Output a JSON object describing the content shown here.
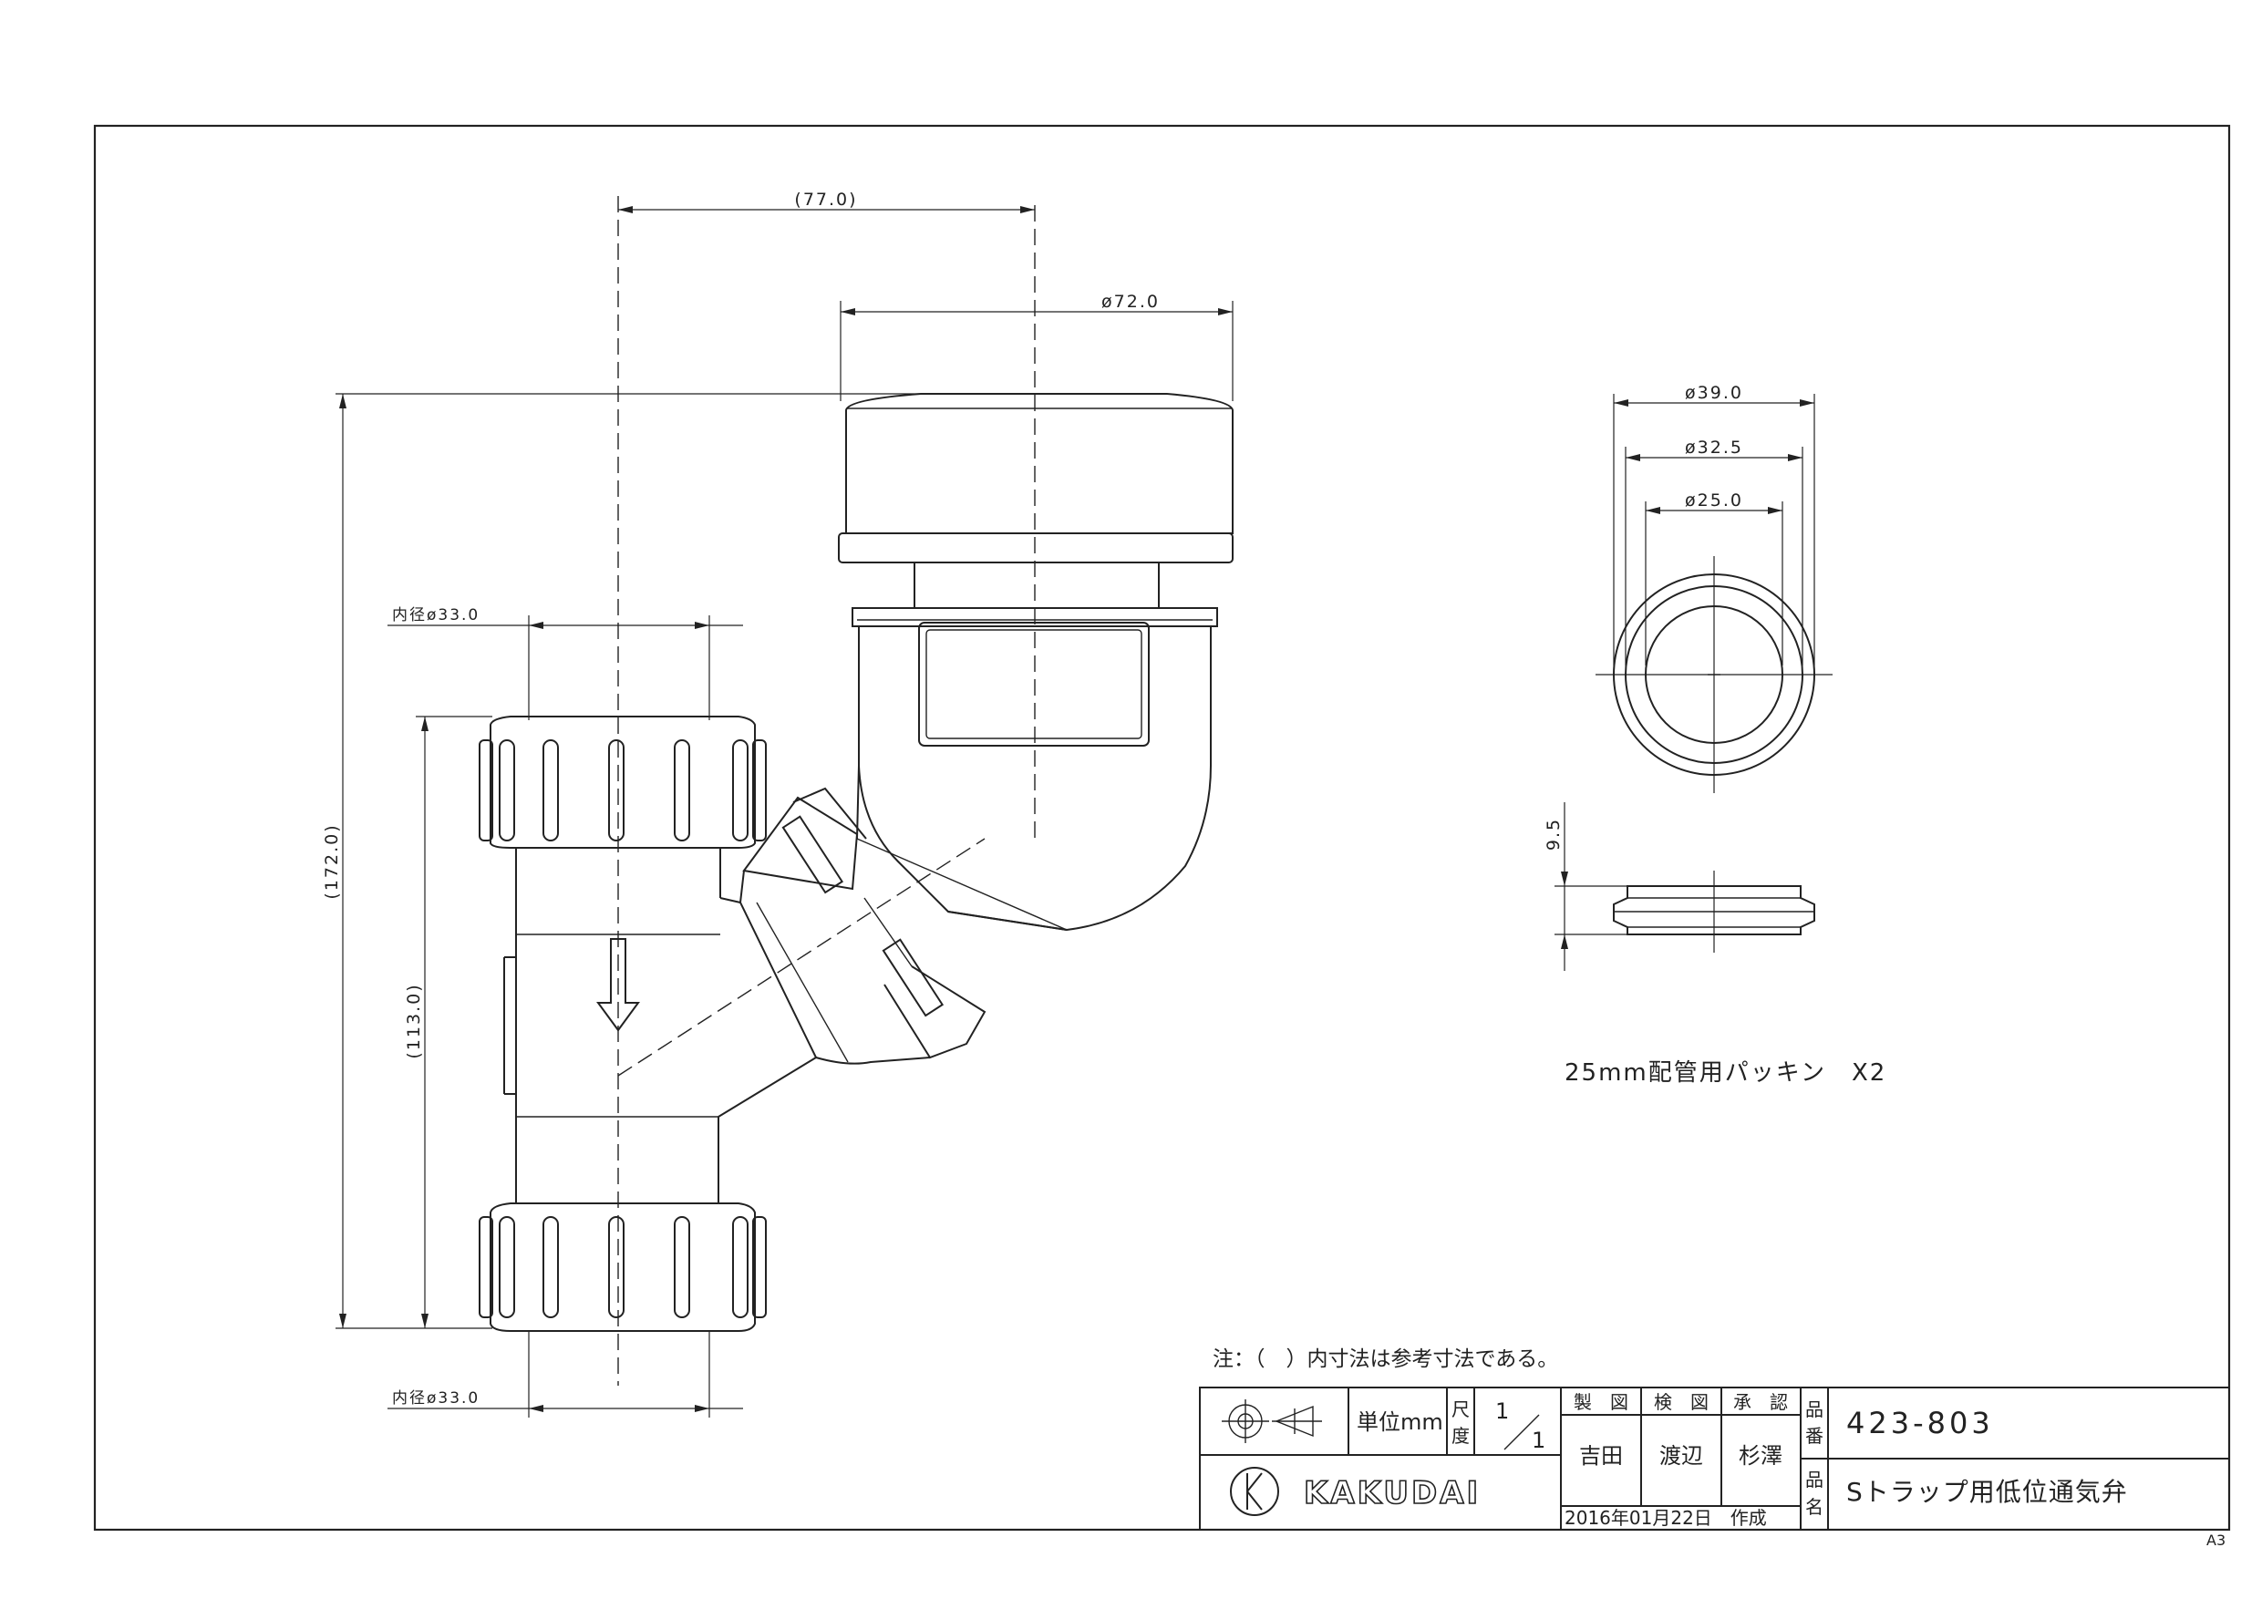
{
  "drawing": {
    "dimensions": {
      "d77": "(77.0)",
      "d72": "ø72.0",
      "d172": "(172.0)",
      "d113": "(113.0)",
      "inner_top": "内径ø33.0",
      "inner_bottom": "内径ø33.0",
      "d39": "ø39.0",
      "d32": "ø32.5",
      "d25": "ø25.0",
      "d95": "9.5"
    },
    "packing_label": "25mm配管用パッキン　X2",
    "note": "注：（　）内寸法は参考寸法である。",
    "paper_size": "A3"
  },
  "title_block": {
    "unit_label": "単位mm",
    "scale_label_1": "尺",
    "scale_label_2": "度",
    "scale_num": "1",
    "scale_den": "1",
    "drawn_label": "製　図",
    "checked_label": "検　図",
    "approved_label": "承　認",
    "drawn_by": "吉田",
    "checked_by": "渡辺",
    "approved_by": "杉澤",
    "part_no_label_1": "品",
    "part_no_label_2": "番",
    "part_name_label_1": "品",
    "part_name_label_2": "名",
    "part_no": "423-803",
    "part_name": "Sトラップ用低位通気弁",
    "date": "2016年01月22日　作成",
    "logo_text": "KAKUDAI"
  }
}
